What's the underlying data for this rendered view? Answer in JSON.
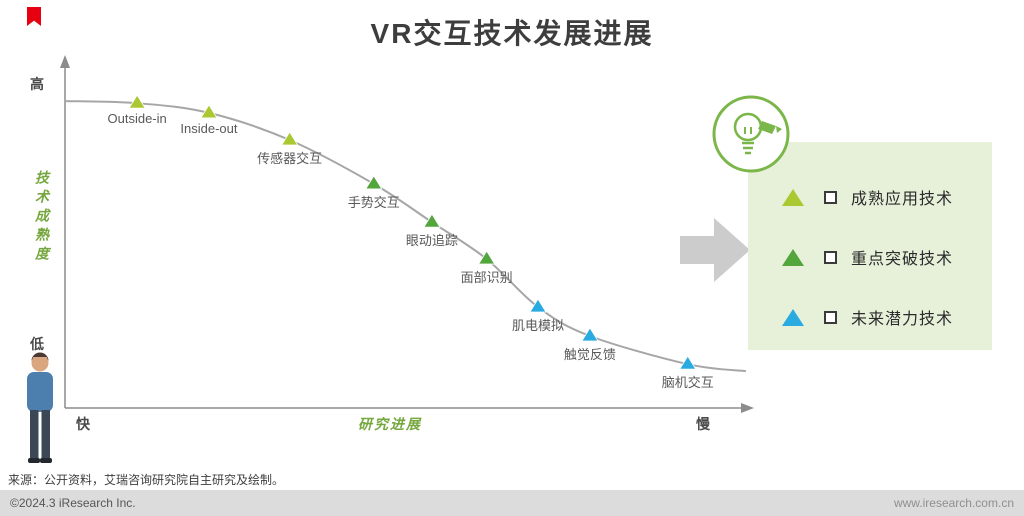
{
  "page": {
    "title": "VR交互技术发展进展",
    "brand_color": "#e60012",
    "source_note": "来源：公开资料，艾瑞咨询研究院自主研究及绘制。",
    "footer": {
      "copyright": "©2024.3 iResearch Inc.",
      "website": "www.iresearch.com.cn"
    }
  },
  "chart_data": {
    "type": "scatter",
    "title": "VR交互技术发展进展",
    "xlabel": "研究进展",
    "ylabel": "技术成熟度",
    "x_axis": {
      "start_label": "快",
      "end_label": "慢",
      "range": [
        0,
        1
      ]
    },
    "y_axis": {
      "top_label": "高",
      "bottom_label": "低",
      "range": [
        0,
        1
      ]
    },
    "grid": false,
    "curve_color": "#a6a6a6",
    "legend": {
      "position": "right",
      "icon": "lightbulb-icon",
      "background": "#e7f1da",
      "items": [
        {
          "label": "成熟应用技术",
          "color": "#aac832"
        },
        {
          "label": "重点突破技术",
          "color": "#52a63c"
        },
        {
          "label": "未来潜力技术",
          "color": "#29abe2"
        }
      ]
    },
    "curve": {
      "start": {
        "progress": 0.0,
        "maturity": 0.882
      },
      "end": {
        "progress": 0.994,
        "maturity": 0.106
      }
    },
    "points": [
      {
        "label": "Outside-in",
        "category": "成熟应用技术",
        "color": "#aac832",
        "progress": 0.104,
        "maturity": 0.876
      },
      {
        "label": "Inside-out",
        "category": "成熟应用技术",
        "color": "#aac832",
        "progress": 0.209,
        "maturity": 0.848
      },
      {
        "label": "传感器交互",
        "category": "成熟应用技术",
        "color": "#aac832",
        "progress": 0.327,
        "maturity": 0.77
      },
      {
        "label": "手势交互",
        "category": "重点突破技术",
        "color": "#52a63c",
        "progress": 0.45,
        "maturity": 0.644
      },
      {
        "label": "眼动追踪",
        "category": "重点突破技术",
        "color": "#52a63c",
        "progress": 0.535,
        "maturity": 0.534
      },
      {
        "label": "面部识别",
        "category": "重点突破技术",
        "color": "#52a63c",
        "progress": 0.615,
        "maturity": 0.428
      },
      {
        "label": "肌电模拟",
        "category": "未来潜力技术",
        "color": "#29abe2",
        "progress": 0.69,
        "maturity": 0.29
      },
      {
        "label": "触觉反馈",
        "category": "未来潜力技术",
        "color": "#29abe2",
        "progress": 0.766,
        "maturity": 0.207
      },
      {
        "label": "脑机交互",
        "category": "未来潜力技术",
        "color": "#29abe2",
        "progress": 0.909,
        "maturity": 0.126
      }
    ]
  }
}
